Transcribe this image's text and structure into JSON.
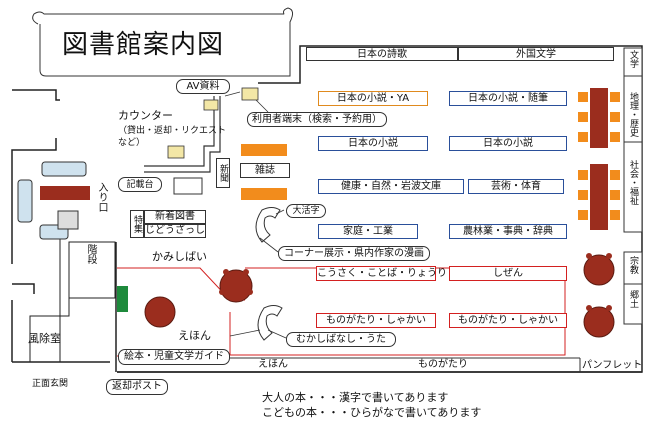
{
  "title": "図書館案内図",
  "colors": {
    "wood": "#9b2d1e",
    "shelf_orange": "#f28c1c",
    "shelf_blue": "#2a4f9a",
    "child_red": "#d32020",
    "exit_green": "#1e8a3c",
    "sofa": "#cfe2ee"
  },
  "shelves": {
    "top_left": "日本の詩歌",
    "top_right": "外国文学",
    "row1_left": "日本の小説・YA",
    "row1_right": "日本の小説・随筆",
    "row2_left": "日本の小説",
    "row2_right": "日本の小説",
    "row3_left": "健康・自然・岩波文庫",
    "row3_right": "芸術・体育",
    "row4_left": "家庭・工業",
    "row4_right": "農林業・事典・辞典",
    "kid1_left": "こうさく・ことば・りょうり",
    "kid1_right": "しぜん",
    "kid2_left": "ものがたり・しゃかい",
    "kid2_right": "ものがたり・しゃかい",
    "bottom_ehon": "えほん",
    "bottom_monogatari": "ものがたり",
    "pamphlet": "パンフレット"
  },
  "side_shelves": {
    "bungaku": "文学",
    "chiri": "地理・歴史",
    "shakai": "社会・福祉",
    "shukyo": "宗教",
    "kyodo": "郷土"
  },
  "labels": {
    "av": "AV資料",
    "terminal": "利用者端末（検索・予約用）",
    "counter": "カウンター",
    "counter_sub": "（貸出・返却・リクエスト",
    "counter_sub2": "など）",
    "kisaidai": "記載台",
    "shinbun": "新聞",
    "zasshi": "雑誌",
    "entrance": "入り口",
    "tokushu": "特集",
    "shinchaku": "新着図書",
    "jidou": "じどうざっし",
    "daikatsuji": "大活字",
    "corner": "コーナー展示・県内作家の漫画",
    "kamishibai": "かみしばい",
    "kaidan": "階段",
    "ehon": "えほん",
    "mukashibanashi": "むかしばなし・うた",
    "guide": "絵本・児童文学ガイド",
    "fujoshitsu": "風除室",
    "genkan": "正面玄関",
    "henkyaku": "返却ポスト",
    "ehon_bottom": "えほん"
  },
  "notes": {
    "adult": "大人の本・・・漢字で書いてあります",
    "child": "こどもの本・・・ひらがなで書いてあります"
  }
}
